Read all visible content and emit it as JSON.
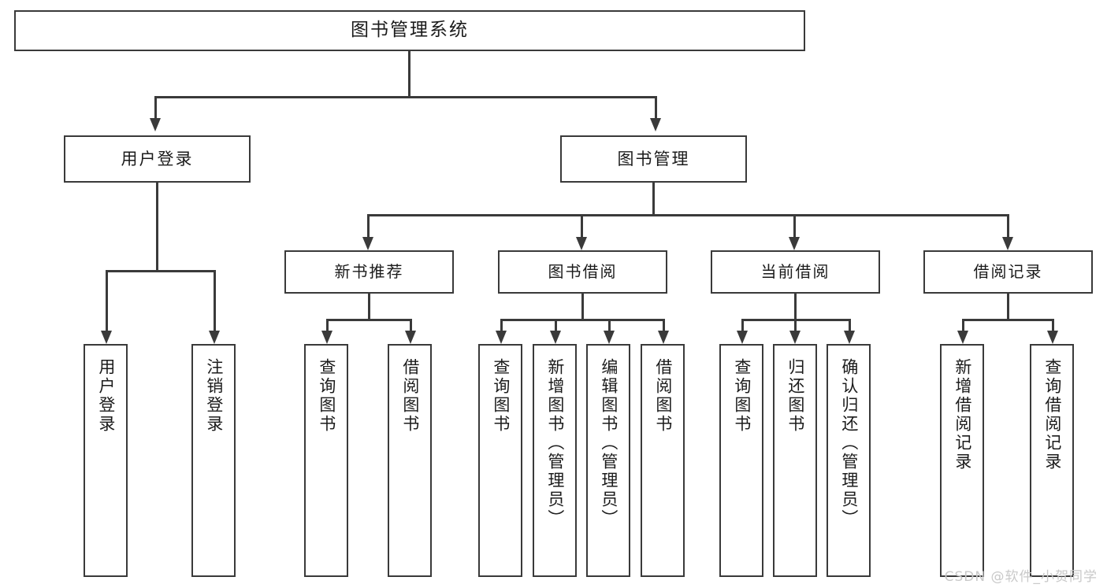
{
  "diagram": {
    "type": "tree-hierarchy",
    "title": "图书管理系统",
    "root": {
      "id": "root",
      "label": "图书管理系统"
    },
    "level2": [
      {
        "id": "user-login",
        "label": "用户登录"
      },
      {
        "id": "book-manage",
        "label": "图书管理"
      }
    ],
    "level3": [
      {
        "id": "new-book-rec",
        "label": "新书推荐",
        "parent": "book-manage"
      },
      {
        "id": "book-borrow",
        "label": "图书借阅",
        "parent": "book-manage"
      },
      {
        "id": "current-borrow",
        "label": "当前借阅",
        "parent": "book-manage"
      },
      {
        "id": "borrow-record",
        "label": "借阅记录",
        "parent": "book-manage"
      }
    ],
    "leaves": [
      {
        "id": "leaf-user-login",
        "label": "用户登录",
        "parent": "user-login"
      },
      {
        "id": "leaf-user-logout",
        "label": "注销登录",
        "parent": "user-login"
      },
      {
        "id": "leaf-rec-query",
        "label": "查询图书",
        "parent": "new-book-rec"
      },
      {
        "id": "leaf-rec-borrow",
        "label": "借阅图书",
        "parent": "new-book-rec"
      },
      {
        "id": "leaf-borrow-query",
        "label": "查询图书",
        "parent": "book-borrow"
      },
      {
        "id": "leaf-borrow-add",
        "label": "新增图书（管理员）",
        "parent": "book-borrow"
      },
      {
        "id": "leaf-borrow-edit",
        "label": "编辑图书（管理员）",
        "parent": "book-borrow"
      },
      {
        "id": "leaf-borrow-borrow",
        "label": "借阅图书",
        "parent": "book-borrow"
      },
      {
        "id": "leaf-current-query",
        "label": "查询图书",
        "parent": "current-borrow"
      },
      {
        "id": "leaf-current-return",
        "label": "归还图书",
        "parent": "current-borrow"
      },
      {
        "id": "leaf-current-confirm",
        "label": "确认归还（管理员）",
        "parent": "current-borrow"
      },
      {
        "id": "leaf-record-add",
        "label": "新增借阅记录",
        "parent": "borrow-record"
      },
      {
        "id": "leaf-record-query",
        "label": "查询借阅记录",
        "parent": "borrow-record"
      }
    ]
  },
  "watermark": {
    "text": "CSDN @软件_小贺同学"
  },
  "colors": {
    "stroke": "#3a3a3a",
    "fill": "#ffffff",
    "text": "#1b1b1b",
    "watermark": "#c9c9c9"
  }
}
